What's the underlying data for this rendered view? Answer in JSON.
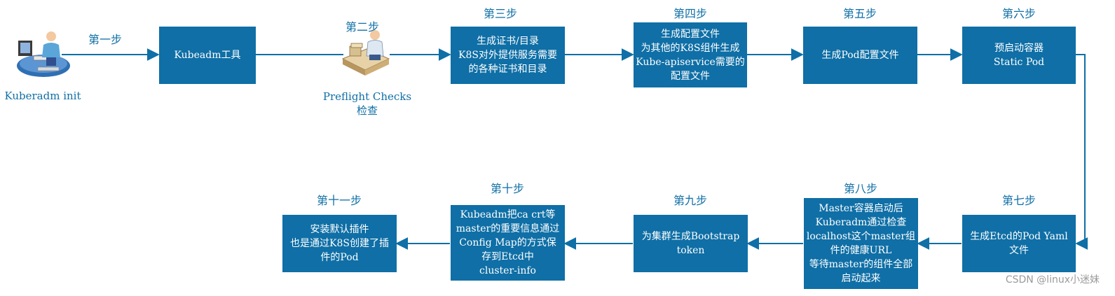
{
  "start": {
    "caption": "Kuberadm init"
  },
  "check": {
    "caption_lines": [
      "Preflight Checks",
      "检查"
    ]
  },
  "steps": [
    {
      "label": "第一步"
    },
    {
      "label": "第二步"
    },
    {
      "label": "第三步"
    },
    {
      "label": "第四步"
    },
    {
      "label": "第五步"
    },
    {
      "label": "第六步"
    },
    {
      "label": "第七步"
    },
    {
      "label": "第八步"
    },
    {
      "label": "第九步"
    },
    {
      "label": "第十步"
    },
    {
      "label": "第十一步"
    }
  ],
  "boxes": {
    "kubeadm_tool": [
      "Kubeadm工具"
    ],
    "step3": [
      "生成证书/目录",
      "K8S对外提供服务需要",
      "的各种证书和目录"
    ],
    "step4": [
      "生成配置文件",
      "为其他的K8S组件生成",
      "Kube-apiservice需要的",
      "配置文件"
    ],
    "step5": [
      "生成Pod配置文件"
    ],
    "step6": [
      "预启动容器",
      "Static Pod"
    ],
    "step7": [
      "生成Etcd的Pod Yaml",
      "文件"
    ],
    "step8": [
      "Master容器启动后",
      "Kuberadm通过检查",
      "localhost这个master组",
      "件的健康URL",
      "等待master的组件全部",
      "启动起来"
    ],
    "step9": [
      "为集群生成Bootstrap",
      "token"
    ],
    "step10": [
      "Kubeadm把ca crt等",
      "master的重要信息通过",
      "Config Map的方式保",
      "存到Etcd中",
      "cluster-info"
    ],
    "step11": [
      "安装默认插件",
      "也是通过K8S创建了插",
      "件的Pod"
    ]
  },
  "watermark": "CSDN @linux小迷妹",
  "colors": {
    "box_fill": "#0f6fa6",
    "arrow": "#0f6fa6",
    "text_label": "#0f6fa6"
  },
  "icons": {
    "start": "computer-user-icon",
    "check": "desk-worker-icon"
  }
}
